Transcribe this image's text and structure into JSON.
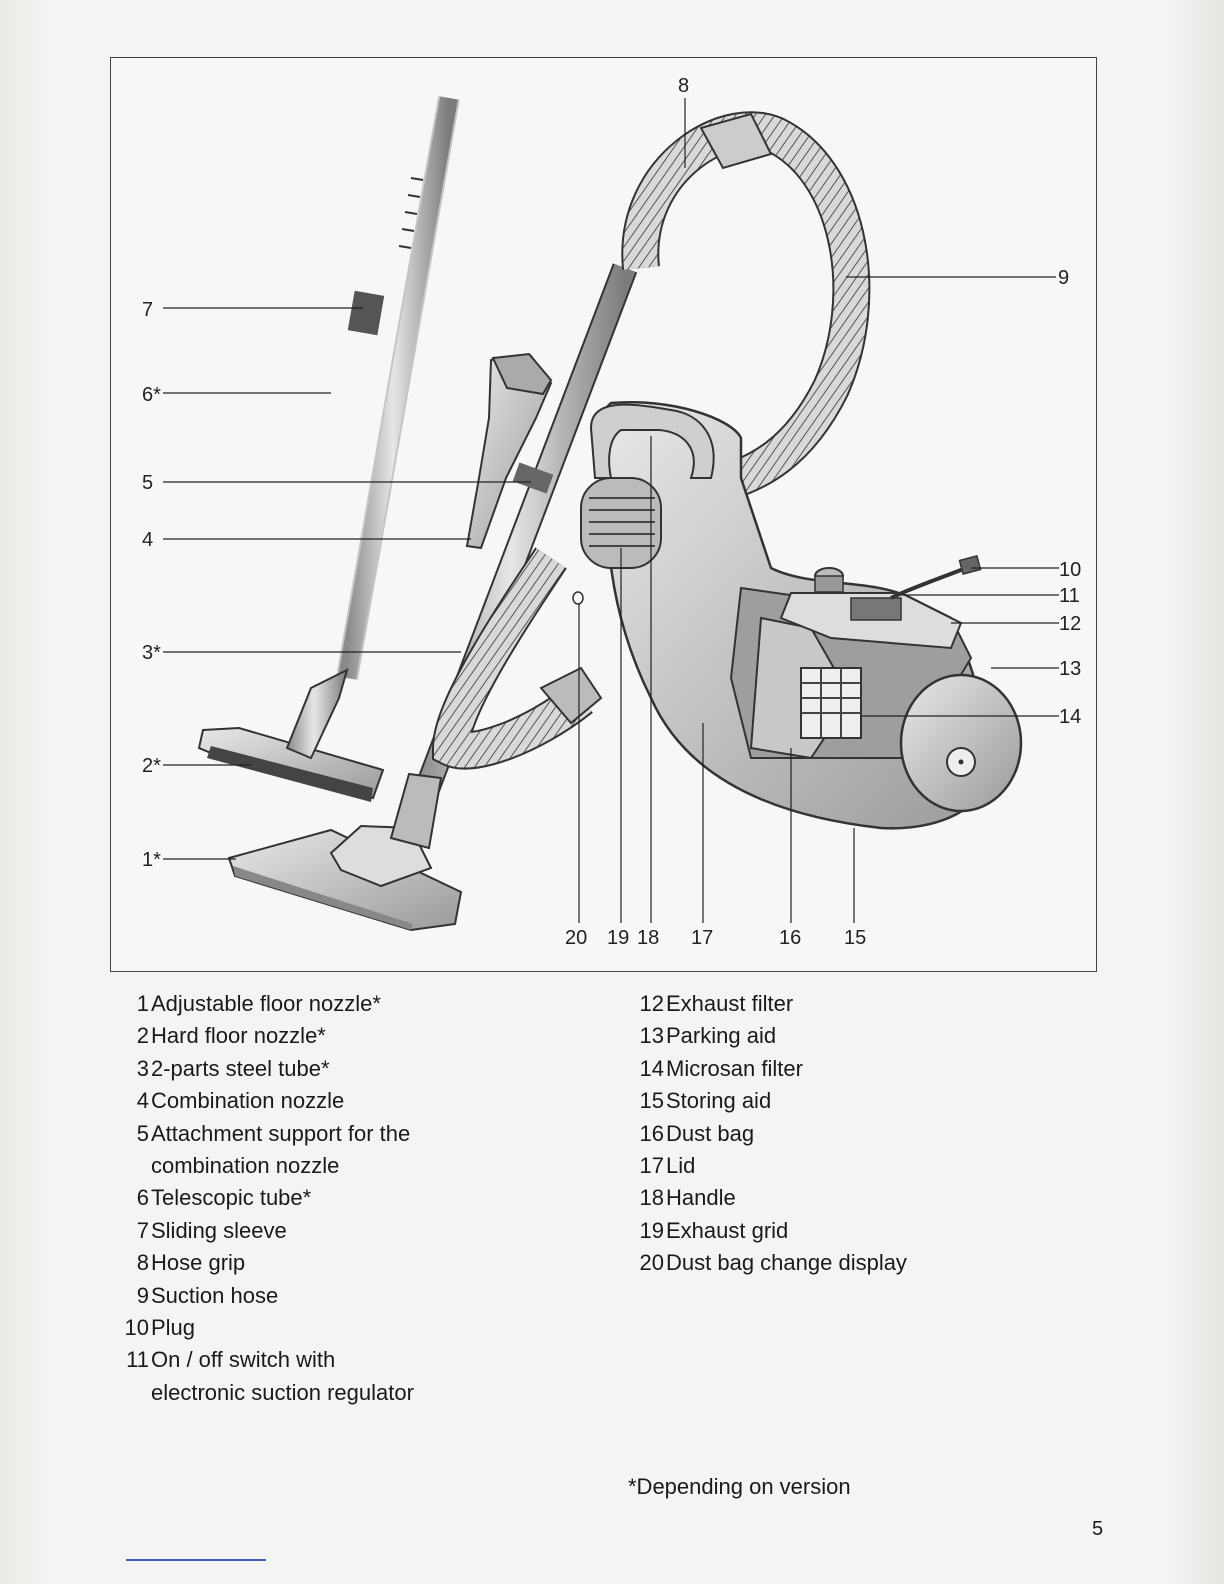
{
  "figure": {
    "callouts": {
      "c1": "1*",
      "c2": "2*",
      "c3": "3*",
      "c4": "4",
      "c5": "5",
      "c6": "6*",
      "c7": "7",
      "c8": "8",
      "c9": "9",
      "c10": "10",
      "c11": "11",
      "c12": "12",
      "c13": "13",
      "c14": "14",
      "c15": "15",
      "c16": "16",
      "c17": "17",
      "c18": "18",
      "c19": "19",
      "c20": "20"
    }
  },
  "legend": {
    "left": [
      {
        "num": "1",
        "text": "Adjustable floor nozzle*"
      },
      {
        "num": "2",
        "text": "Hard floor nozzle*"
      },
      {
        "num": "3",
        "text": "2-parts steel tube*"
      },
      {
        "num": "4",
        "text": "Combination nozzle"
      },
      {
        "num": "5",
        "text": "Attachment support for the",
        "cont": "combination nozzle"
      },
      {
        "num": "6",
        "text": "Telescopic tube*"
      },
      {
        "num": "7",
        "text": "Sliding sleeve"
      },
      {
        "num": "8",
        "text": "Hose grip"
      },
      {
        "num": "9",
        "text": "Suction hose"
      },
      {
        "num": "10",
        "text": "Plug"
      },
      {
        "num": "11",
        "text": "On / off switch with",
        "cont": "electronic suction regulator"
      }
    ],
    "right": [
      {
        "num": "12",
        "text": "Exhaust filter"
      },
      {
        "num": "13",
        "text": "Parking aid"
      },
      {
        "num": "14",
        "text": "Microsan filter"
      },
      {
        "num": "15",
        "text": "Storing aid"
      },
      {
        "num": "16",
        "text": "Dust bag"
      },
      {
        "num": "17",
        "text": "Lid"
      },
      {
        "num": "18",
        "text": "Handle"
      },
      {
        "num": "19",
        "text": "Exhaust grid"
      },
      {
        "num": "20",
        "text": "Dust bag change display"
      }
    ]
  },
  "footnote": "*Depending on version",
  "page_number": "5"
}
